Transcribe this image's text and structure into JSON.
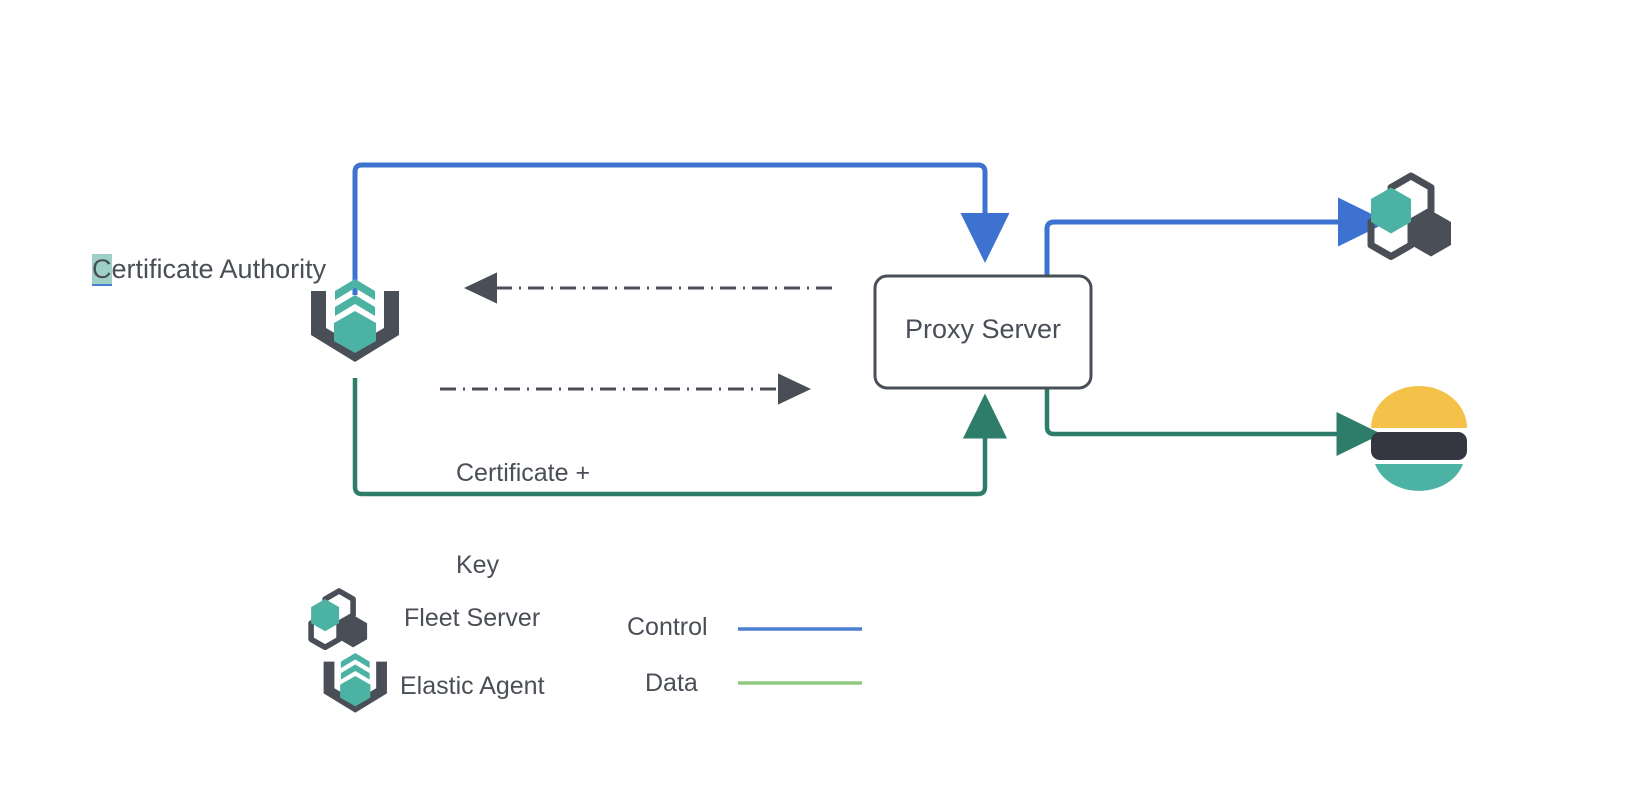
{
  "diagram": {
    "title_text_visible": false,
    "nodes": {
      "certificate_authority": {
        "label": "Certificate Authority",
        "icon": "elastic-agent-icon"
      },
      "proxy_server": {
        "label": "Proxy Server"
      },
      "fleet_server": {
        "icon": "fleet-server-icon"
      },
      "elasticsearch": {
        "icon": "elasticsearch-icon"
      }
    },
    "edge_labels": {
      "certificate_key": "Certificate +\nKey",
      "certificate_key_line1": "Certificate +",
      "certificate_key_line2": "Key"
    },
    "legend": {
      "items": [
        {
          "icon": "fleet-server-icon",
          "label": "Fleet Server"
        },
        {
          "icon": "elastic-agent-icon",
          "label": "Elastic Agent"
        }
      ],
      "lines": [
        {
          "label": "Control",
          "color": "#4a7fd4"
        },
        {
          "label": "Data",
          "color": "#8fc97e"
        }
      ]
    },
    "colors": {
      "control_blue": "#3d72d1",
      "data_green": "#2e7d6b",
      "legend_data_green": "#8fc97e",
      "dark_slate": "#4a4f57",
      "teal": "#4cb3a4",
      "elastic_yellow": "#f4c248",
      "elastic_dark": "#343741",
      "elastic_teal": "#4cb3a4",
      "box_border": "#4a4f57",
      "highlight": "#9ed0c8"
    }
  }
}
